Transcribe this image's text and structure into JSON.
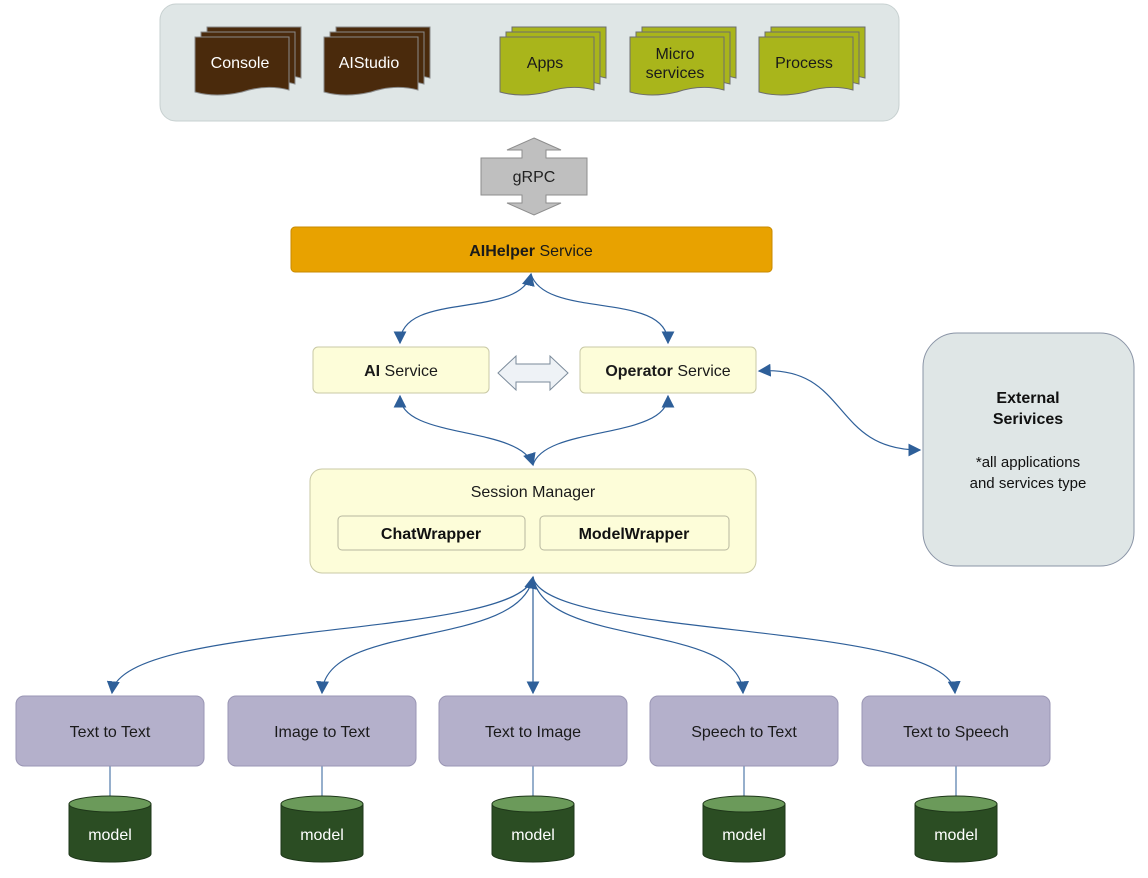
{
  "clients": {
    "console": "Console",
    "aistudio": "AIStudio",
    "apps": "Apps",
    "micro_line1": "Micro",
    "micro_line2": "services",
    "process": "Process"
  },
  "grpc": "gRPC",
  "aihelper": {
    "bold": "AIHelper",
    "rest": " Service"
  },
  "ai_service": {
    "bold": "AI",
    "rest": " Service"
  },
  "operator_service": {
    "bold": "Operator",
    "rest": " Service"
  },
  "external": {
    "line1": "External",
    "line2": "Serivices",
    "note1": "*all applications",
    "note2": "and services type"
  },
  "session_manager": {
    "title": "Session Manager",
    "chat_wrapper": "ChatWrapper",
    "model_wrapper": "ModelWrapper"
  },
  "models": [
    {
      "label": "Text to Text",
      "store": "model"
    },
    {
      "label": "Image to Text",
      "store": "model"
    },
    {
      "label": "Text to Image",
      "store": "model"
    },
    {
      "label": "Speech to Text",
      "store": "model"
    },
    {
      "label": "Text to Speech",
      "store": "model"
    }
  ],
  "colors": {
    "client_dark": "#4a2a0c",
    "client_green": "#a9b51b",
    "panel_bg": "#dfe6e6",
    "aihelper": "#e8a200",
    "service_bg": "#fdfdd9",
    "model_box": "#b4b0cb",
    "cylinder": "#2b4d23",
    "cylinder_top": "#6b9a5a",
    "arrow": "#2e5f99",
    "grpc": "#bfbfbf"
  }
}
